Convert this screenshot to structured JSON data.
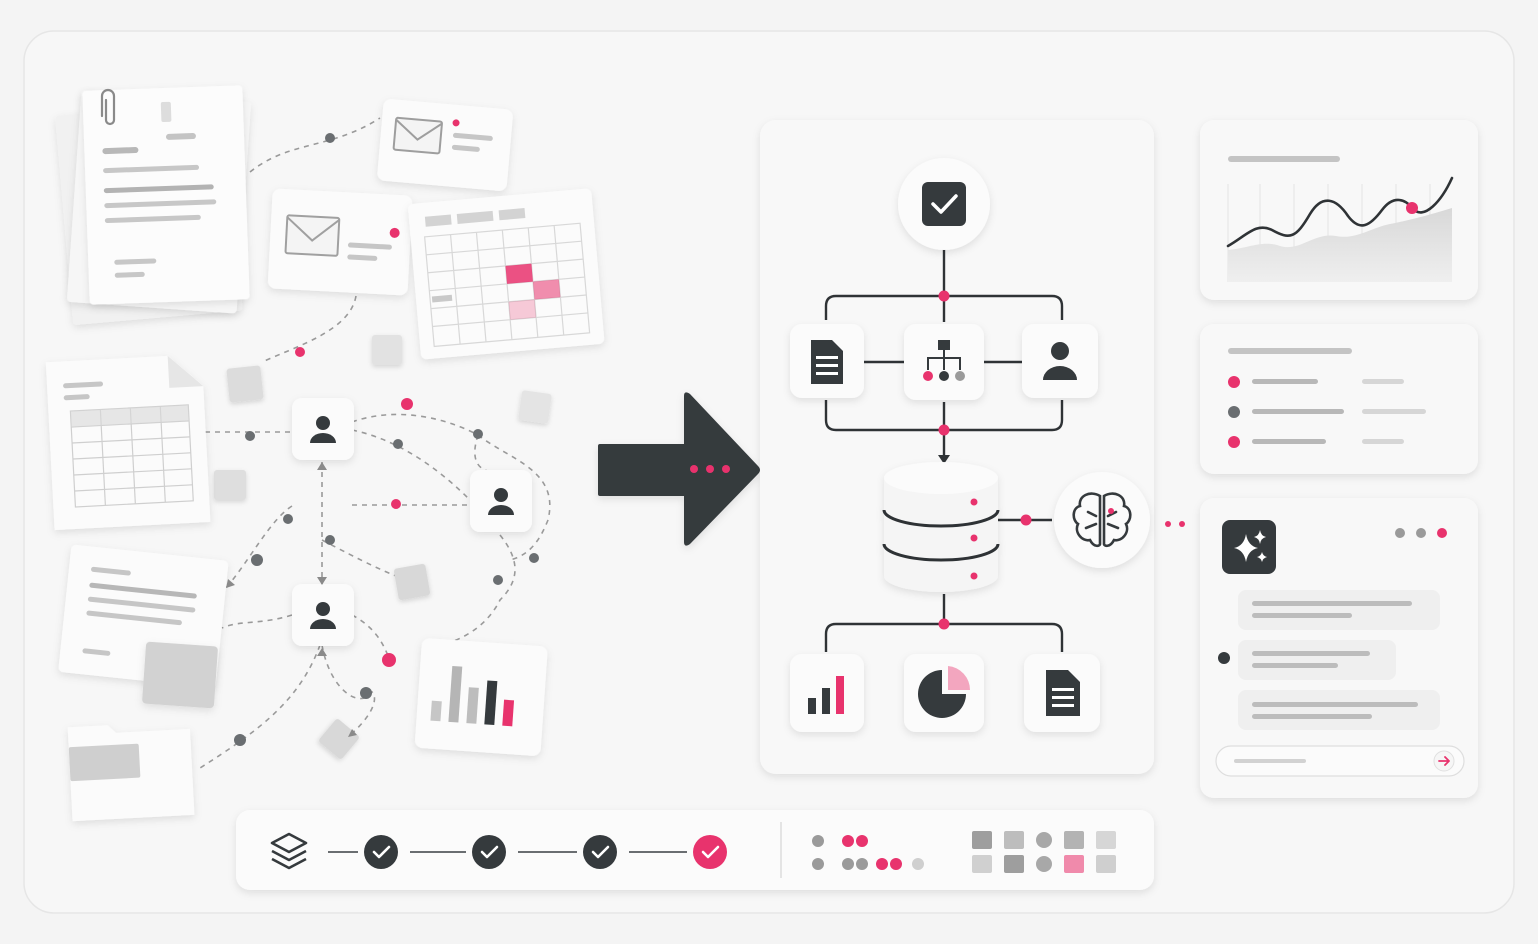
{
  "colors": {
    "accent": "#e8336d",
    "dark": "#353a3d",
    "mid": "#6a6e71",
    "line": "#9a9a9a",
    "card": "#fbfbfb",
    "bg": "#f4f4f4",
    "placeholder": "#cfcfcf"
  },
  "icons": {
    "transform_arrow": "arrow-right-icon",
    "top_node": "checkbox-icon",
    "doc_node": "document-icon",
    "hierarchy_node": "hierarchy-icon",
    "user_node": "user-icon",
    "database": "database-icon",
    "ai_node": "brain-icon",
    "bar_output": "bar-chart-icon",
    "pie_output": "pie-chart-icon",
    "report_output": "report-icon",
    "assistant": "sparkles-icon",
    "send": "send-arrow-icon",
    "layers": "layers-icon",
    "check": "check-icon",
    "email": "envelope-icon",
    "paperclip": "paperclip-icon",
    "folder": "folder-icon"
  },
  "pipeline": {
    "steps": [
      {
        "state": "done"
      },
      {
        "state": "done"
      },
      {
        "state": "done"
      },
      {
        "state": "active"
      }
    ]
  }
}
